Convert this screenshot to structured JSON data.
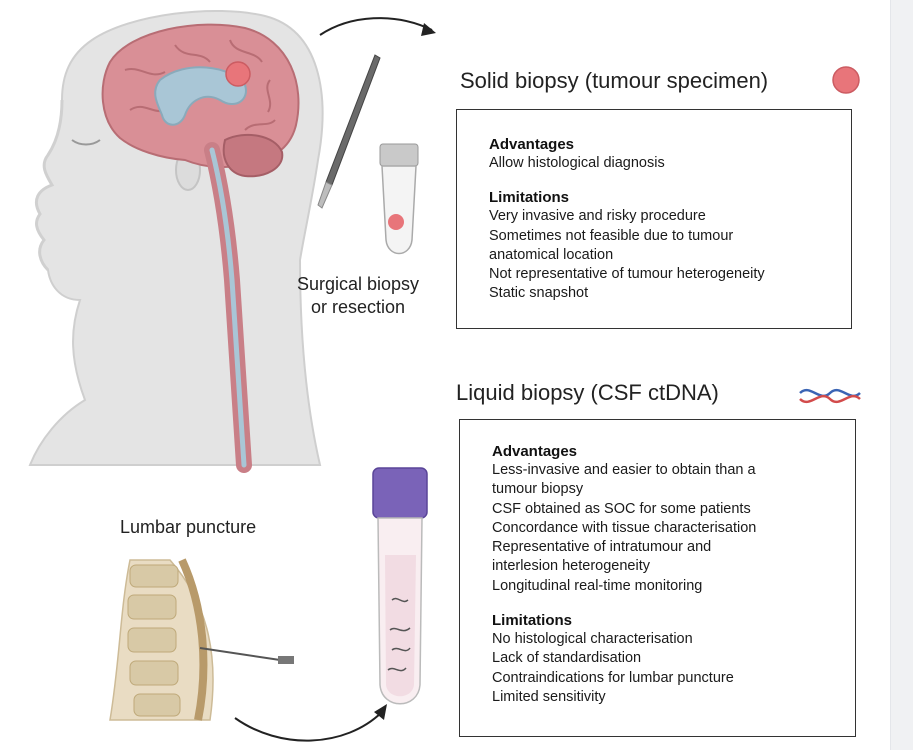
{
  "solid": {
    "title": "Solid biopsy (tumour specimen)",
    "advantages_heading": "Advantages",
    "advantages": [
      "Allow histological diagnosis"
    ],
    "limitations_heading": "Limitations",
    "limitations": [
      "Very invasive and risky procedure",
      "Sometimes not feasible due to tumour",
      "anatomical location",
      "Not representative of tumour heterogeneity",
      "Static snapshot"
    ]
  },
  "liquid": {
    "title": "Liquid biopsy (CSF ctDNA)",
    "advantages_heading": "Advantages",
    "advantages": [
      "Less-invasive and easier to obtain than a",
      "tumour biopsy",
      "CSF obtained as SOC for some patients",
      "Concordance with tissue characterisation",
      "Representative of intratumour and",
      "interlesion heterogeneity",
      "Longitudinal real-time monitoring"
    ],
    "limitations_heading": "Limitations",
    "limitations": [
      "No histological characterisation",
      "Lack of standardisation",
      "Contraindications for lumbar puncture",
      "Limited sensitivity"
    ]
  },
  "captions": {
    "surgical_line1": "Surgical biopsy",
    "surgical_line2": "or resection",
    "lumbar": "Lumbar puncture"
  },
  "icons": {
    "head": "head-profile-illustration-icon",
    "scalpel": "scalpel-icon",
    "tube_small": "specimen-tube-icon",
    "tube_csf": "csf-tube-icon",
    "spine": "lumbar-spine-icon",
    "tumour": "tumour-icon",
    "dna": "dna-helix-icon",
    "arrow": "curved-arrow-icon"
  },
  "colors": {
    "brain": "#d98f96",
    "ventricle": "#a9c6d6",
    "tumour": "#e8757a",
    "tube_cap_csf": "#7a63b8",
    "skin": "#e6e6e6"
  }
}
